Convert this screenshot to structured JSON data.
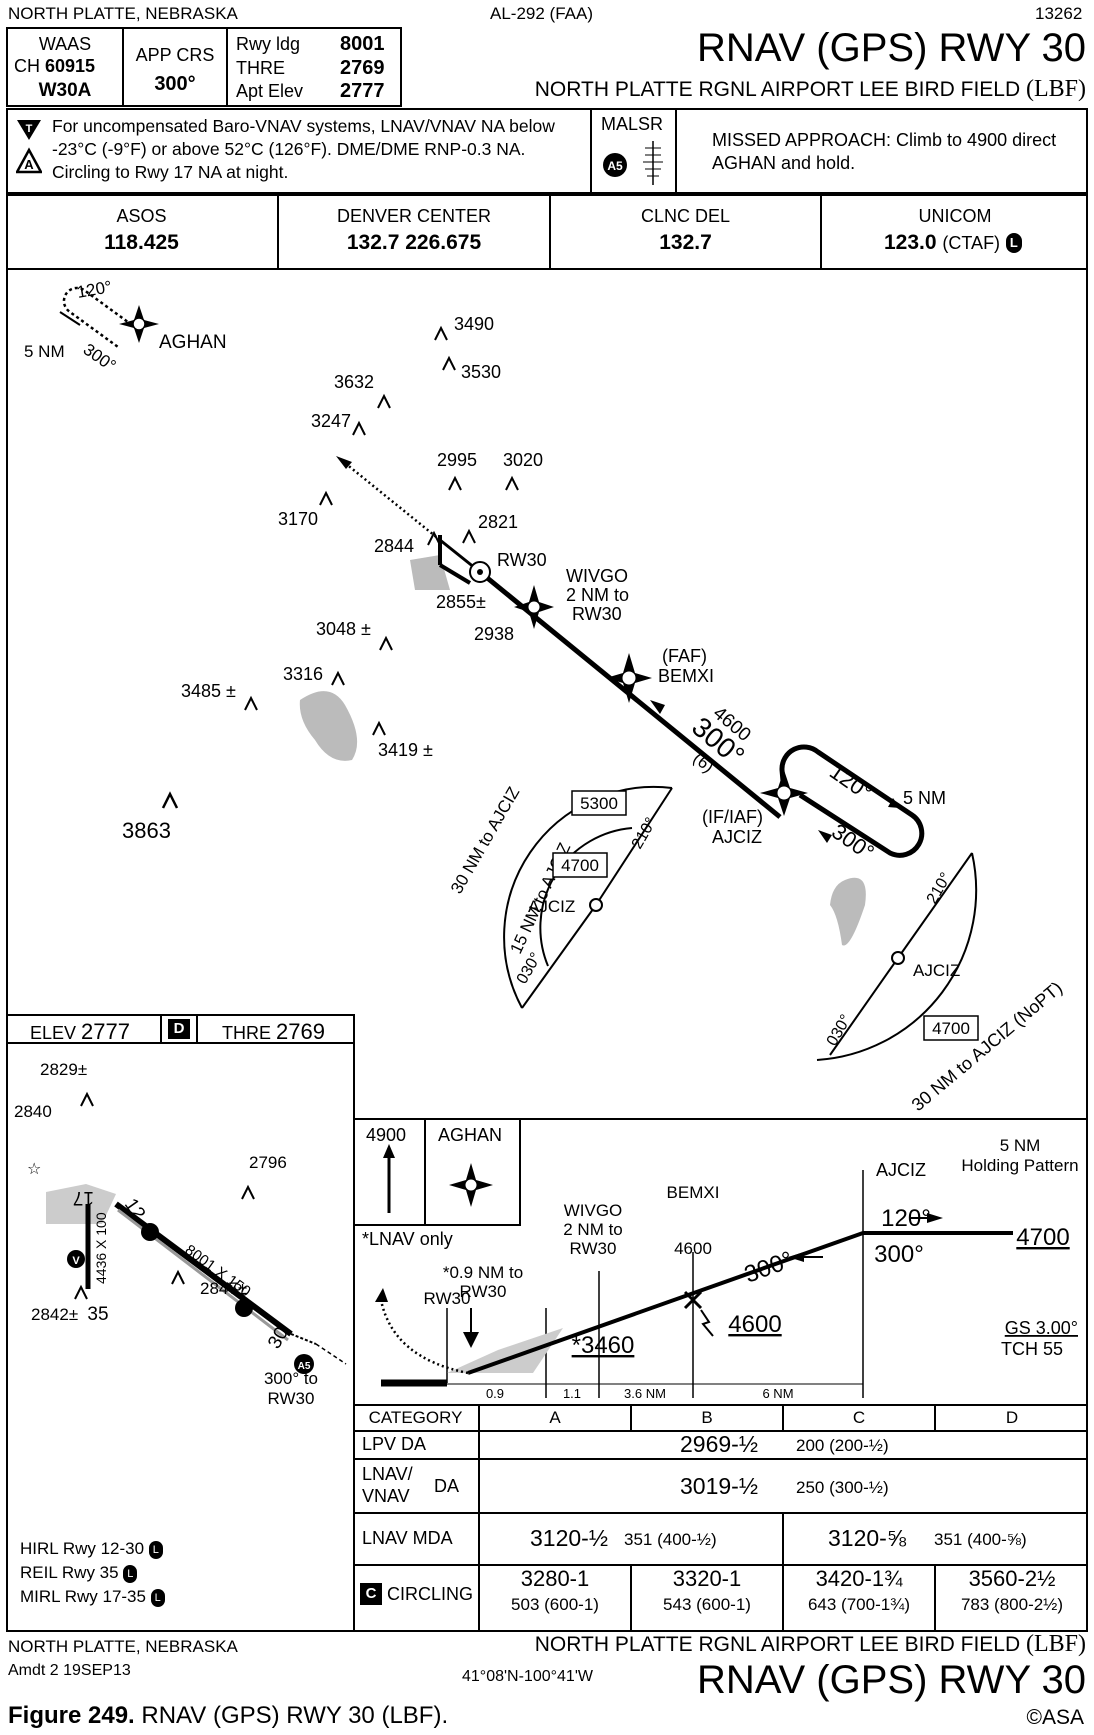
{
  "header": {
    "location": "NORTH PLATTE, NEBRASKA",
    "procedure_id": "AL-292 (FAA)",
    "chart_number": "13262",
    "title": "RNAV (GPS) RWY 30",
    "airport": "NORTH PLATTE RGNL AIRPORT LEE BIRD FIELD",
    "airport_code": "(LBF)"
  },
  "briefing": {
    "waas_label": "WAAS",
    "ch_label": "CH",
    "ch_value": "60915",
    "waas_id": "W30A",
    "app_crs_label": "APP CRS",
    "app_crs_value": "300°",
    "rwy_ldg_label": "Rwy ldg",
    "rwy_ldg_value": "8001",
    "thre_label": "THRE",
    "thre_value": "2769",
    "apt_elev_label": "Apt Elev",
    "apt_elev_value": "2777",
    "notes_line1": "For uncompensated Baro-VNAV systems, LNAV/VNAV NA below",
    "notes_line2": "-23°C (-9°F) or above 52°C (126°F).  DME/DME RNP-0.3 NA.",
    "notes_line3": "Circling to Rwy 17 NA at night.",
    "notes_icon_t": "T",
    "notes_icon_a": "A",
    "lighting_label": "MALSR",
    "missed_line1": "MISSED APPROACH: Climb to 4900 direct",
    "missed_line2": "AGHAN and hold."
  },
  "comms": [
    {
      "label": "ASOS",
      "freq": "118.425"
    },
    {
      "label": "DENVER CENTER",
      "freq": "132.7  226.675"
    },
    {
      "label": "CLNC DEL",
      "freq": "132.7"
    },
    {
      "label": "UNICOM",
      "freq": "123.0",
      "suffix": "(CTAF)"
    }
  ],
  "plan": {
    "aghan": "AGHAN",
    "aghan_in": "120°",
    "aghan_out": "300°",
    "aghan_len": "5 NM",
    "rw30": "RW30",
    "wivgo1": "WIVGO",
    "wivgo2": "2 NM to",
    "wivgo3": "RW30",
    "faf": "(FAF)",
    "bemxi": "BEMXI",
    "seg_alt": "4600",
    "seg_crs": "300°",
    "seg_dist": "(6)",
    "hold_in": "120°",
    "hold_out": "300°",
    "hold_len": "5 NM",
    "iaf": "(IF/IAF)",
    "ajciz": "AJCIZ",
    "taa1_outer": "30 NM to AJCIZ",
    "taa1_inner": "15 NM to AJCIZ",
    "taa1_alt_outer": "5300",
    "taa1_alt_inner": "4700",
    "taa1_r1": "210°",
    "taa1_r2": "030°",
    "taa1_fix": "AJCIZ",
    "taa2_arc": "30 NM to AJCIZ (NoPT)",
    "taa2_alt": "4700",
    "taa2_r1": "210°",
    "taa2_r2": "030°",
    "taa2_fix": "AJCIZ",
    "obstacles": [
      "3490",
      "3530",
      "3632",
      "3247",
      "2995",
      "3020",
      "3170",
      "2821",
      "2844",
      "2855±",
      "2938",
      "3048 ±",
      "3316",
      "3485 ±",
      "3419 ±",
      "3863"
    ]
  },
  "airport_diagram": {
    "elev_label": "ELEV",
    "elev_value": "2777",
    "d_badge": "D",
    "thre_label": "THRE",
    "thre_value": "2769",
    "obstacles": [
      "2829±",
      "2840",
      "2796",
      "2847±",
      "2842±"
    ],
    "runway_dims": "8001 X 150",
    "runway_dims2": "4436 X 100",
    "rwy12": "12",
    "rwy17": "17",
    "rwy35": "35",
    "rwy30": "30",
    "note_crs1": "300° to",
    "note_crs2": "RW30",
    "lighting": [
      "HIRL Rwy 12-30",
      "REIL Rwy 35",
      "MIRL Rwy 17-35"
    ]
  },
  "profile": {
    "hold_alt": "4900",
    "hold_fix": "AGHAN",
    "lnav_only": "*LNAV only",
    "ajciz": "AJCIZ",
    "hold_note1": "5 NM",
    "hold_note2": "Holding Pattern",
    "bemxi": "BEMXI",
    "bemxi_alt": "4600",
    "wivgo1": "WIVGO",
    "wivgo2": "2 NM to",
    "wivgo3": "RW30",
    "sdf1": "*0.9 NM to",
    "sdf2": "RW30",
    "rw30": "RW30",
    "crs_out": "120°",
    "crs_in": "300°",
    "crs_seg": "300°",
    "alt_4700": "4700",
    "alt_4600": "4600",
    "alt_3460": "*3460",
    "gs": "GS 3.00°",
    "tch": "TCH 55",
    "dists": [
      "0.9",
      "1.1",
      "3.6 NM",
      "6 NM"
    ]
  },
  "minimums": {
    "header": [
      "CATEGORY",
      "A",
      "B",
      "C",
      "D"
    ],
    "lpv_label": "LPV  DA",
    "lpv_value": "2969-½",
    "lpv_hat": "200 (200-½)",
    "lnavvnav_label1": "LNAV/",
    "lnavvnav_label2": "VNAV",
    "lnavvnav_da": "DA",
    "lnavvnav_value": "3019-½",
    "lnavvnav_hat": "250 (300-½)",
    "lnav_label": "LNAV  MDA",
    "lnav_ab": "3120-½",
    "lnav_ab_hat": "351 (400-½)",
    "lnav_cd": "3120-⅝",
    "lnav_cd_hat": "351 (400-⅝)",
    "circ_badge": "C",
    "circ_label": "CIRCLING",
    "circ": [
      {
        "v": "3280-1",
        "h": "503 (600-1)"
      },
      {
        "v": "3320-1",
        "h": "543 (600-1)"
      },
      {
        "v": "3420-1¾",
        "h": "643 (700-1¾)"
      },
      {
        "v": "3560-2½",
        "h": "783 (800-2½)"
      }
    ]
  },
  "footer": {
    "location": "NORTH PLATTE, NEBRASKA",
    "amdt": "Amdt 2  19SEP13",
    "coords": "41°08'N-100°41'W",
    "airport": "NORTH PLATTE RGNL AIRPORT LEE BIRD FIELD",
    "airport_code": "(LBF)",
    "title": "RNAV (GPS) RWY 30",
    "caption_bold": "Figure 249.",
    "caption": " RNAV (GPS) RWY 30 (LBF).",
    "copyright": "©ASA"
  }
}
